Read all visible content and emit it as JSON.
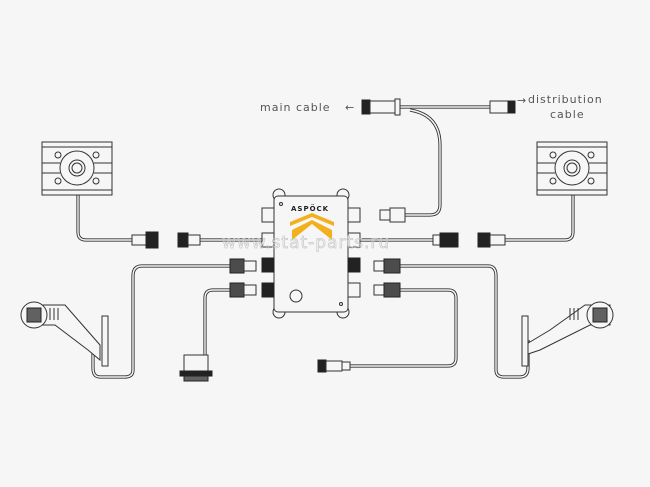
{
  "labels": {
    "main_cable": "main cable",
    "distribution_line1": "distribution",
    "distribution_line2": "cable",
    "arrow_left": "←",
    "arrow_right": "→"
  },
  "hub": {
    "logo": "ASPÖCK"
  },
  "watermark": "www.stat-parts.ru",
  "colors": {
    "accent": "#f2b01e",
    "line": "#333333",
    "background": "#f6f6f6"
  }
}
